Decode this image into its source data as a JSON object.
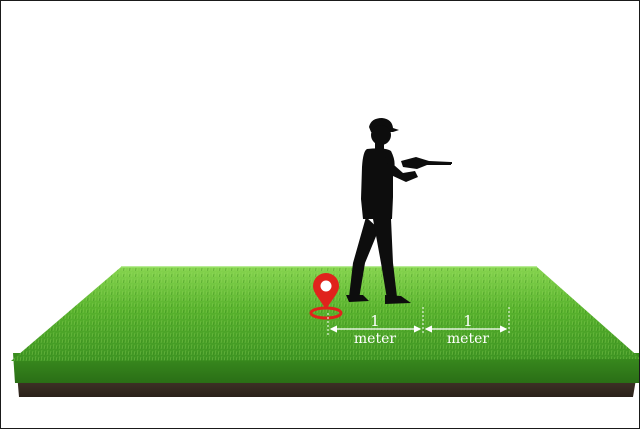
{
  "measurements": [
    {
      "value": "1",
      "unit": "meter"
    },
    {
      "value": "1",
      "unit": "meter"
    }
  ],
  "colors": {
    "grass_light": "#7fd14a",
    "grass_mid": "#4fab2a",
    "grass_dark": "#2f7d1c",
    "soil": "#3a2e25",
    "silhouette": "#0d0d0d",
    "marker": "#e0231c",
    "dimension_line": "#ffffff"
  },
  "icons": [
    "location-pin-icon",
    "person-silhouette",
    "shotgun-silhouette"
  ]
}
